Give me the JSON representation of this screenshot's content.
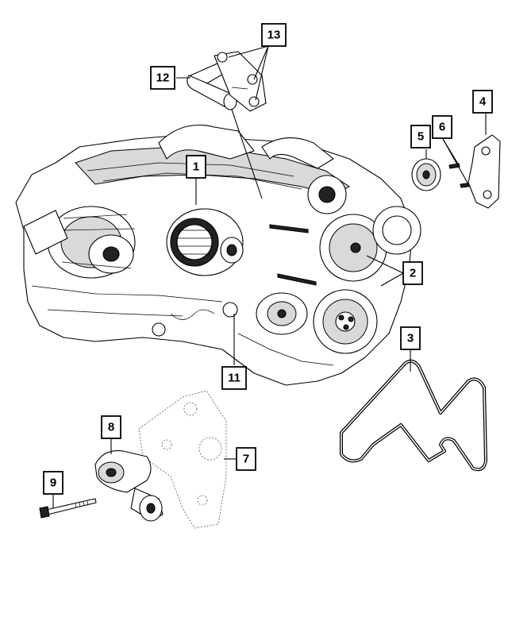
{
  "callouts": [
    {
      "id": "1",
      "label": "1"
    },
    {
      "id": "2",
      "label": "2"
    },
    {
      "id": "3",
      "label": "3"
    },
    {
      "id": "4",
      "label": "4"
    },
    {
      "id": "5",
      "label": "5"
    },
    {
      "id": "6",
      "label": "6"
    },
    {
      "id": "7",
      "label": "7"
    },
    {
      "id": "8",
      "label": "8"
    },
    {
      "id": "9",
      "label": "9"
    },
    {
      "id": "11",
      "label": "11"
    },
    {
      "id": "12",
      "label": "12"
    },
    {
      "id": "13",
      "label": "13"
    }
  ]
}
